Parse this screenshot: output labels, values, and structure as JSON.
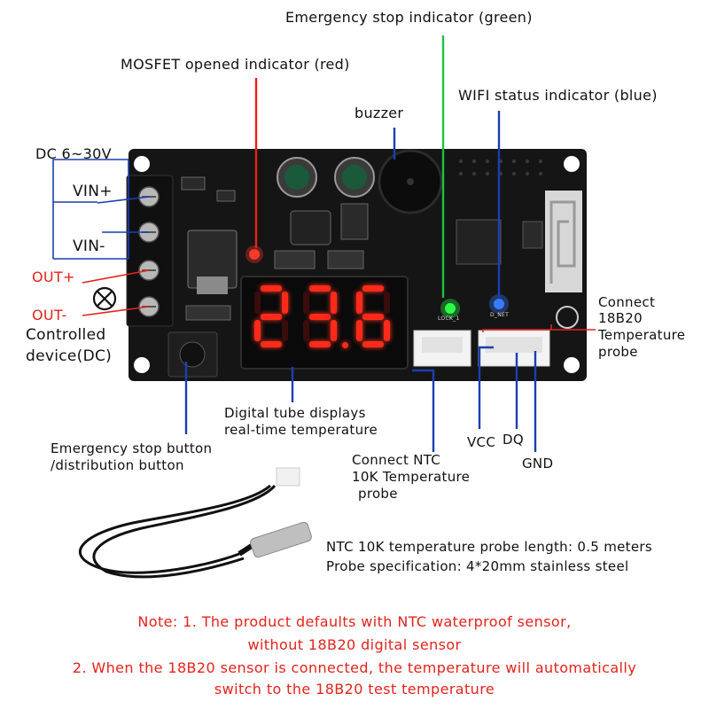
{
  "labels": {
    "emergency_stop_indicator": "Emergency stop indicator (green)",
    "mosfet_indicator": "MOSFET opened indicator (red)",
    "wifi_indicator": "WIFI status indicator (blue)",
    "buzzer": "buzzer",
    "dc_range": "DC 6~30V",
    "vin_plus": "VIN+",
    "vin_minus": "VIN-",
    "out_plus": "OUT+",
    "out_minus": "OUT-",
    "controlled_device_line1": "Controlled",
    "controlled_device_line2": "device(DC)",
    "connect_18b20_line1": "Connect",
    "connect_18b20_line2": "18B20",
    "connect_18b20_line3": "Temperature",
    "connect_18b20_line4": "probe",
    "digital_tube_line1": "Digital tube displays",
    "digital_tube_line2": "real-time temperature",
    "emergency_button_line1": "Emergency stop button",
    "emergency_button_line2": "/distribution button",
    "connect_ntc_line1": "Connect NTC",
    "connect_ntc_line2": "10K Temperature",
    "connect_ntc_line3": "probe",
    "vcc": "VCC",
    "dq": "DQ",
    "gnd": "GND"
  },
  "display": {
    "digits": [
      "2",
      "3",
      "6"
    ],
    "decimal_after_index": 1
  },
  "board_text": {
    "lock_label": "LOCK_1",
    "net_label": "D_NET"
  },
  "probe_spec": {
    "length": "NTC 10K temperature probe length: 0.5 meters",
    "spec": "Probe specification: 4*20mm stainless steel"
  },
  "notes": {
    "line1": "Note: 1. The product defaults with NTC waterproof sensor,",
    "line2": "without 18B20 digital sensor",
    "line3": "2. When the 18B20 sensor is connected, the temperature will automatically",
    "line4": "switch to the 18B20 test temperature"
  },
  "colors": {
    "pcb": "#151515",
    "led_display": "#ff2a1a",
    "red_accent": "#e3231b",
    "green_led": "#2bff4a",
    "blue_led": "#2a6bff",
    "leader_line": "#1c3fb0"
  }
}
